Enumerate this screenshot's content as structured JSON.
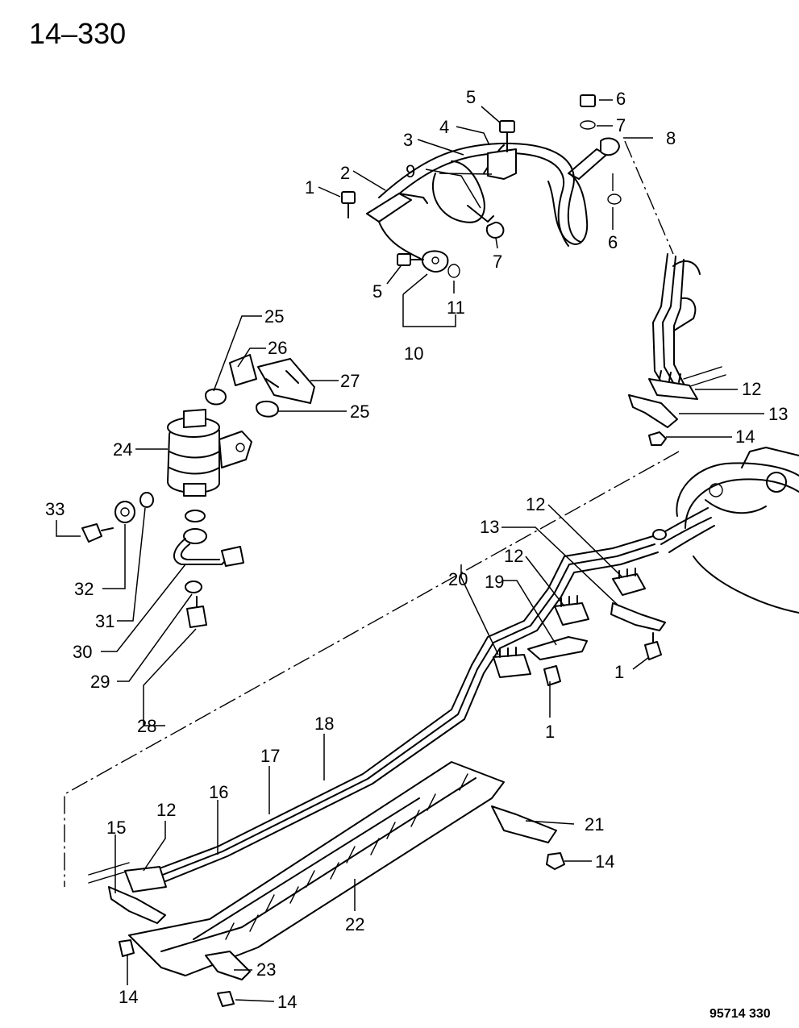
{
  "page_ref": "14–330",
  "figure_code": "95714  330",
  "callouts": [
    "1",
    "2",
    "3",
    "4",
    "5",
    "6",
    "7",
    "8",
    "9",
    "10",
    "11",
    "12",
    "13",
    "14",
    "15",
    "16",
    "17",
    "18",
    "19",
    "20",
    "21",
    "22",
    "23",
    "24",
    "25",
    "26",
    "27",
    "28",
    "29",
    "30",
    "31",
    "32",
    "33"
  ]
}
